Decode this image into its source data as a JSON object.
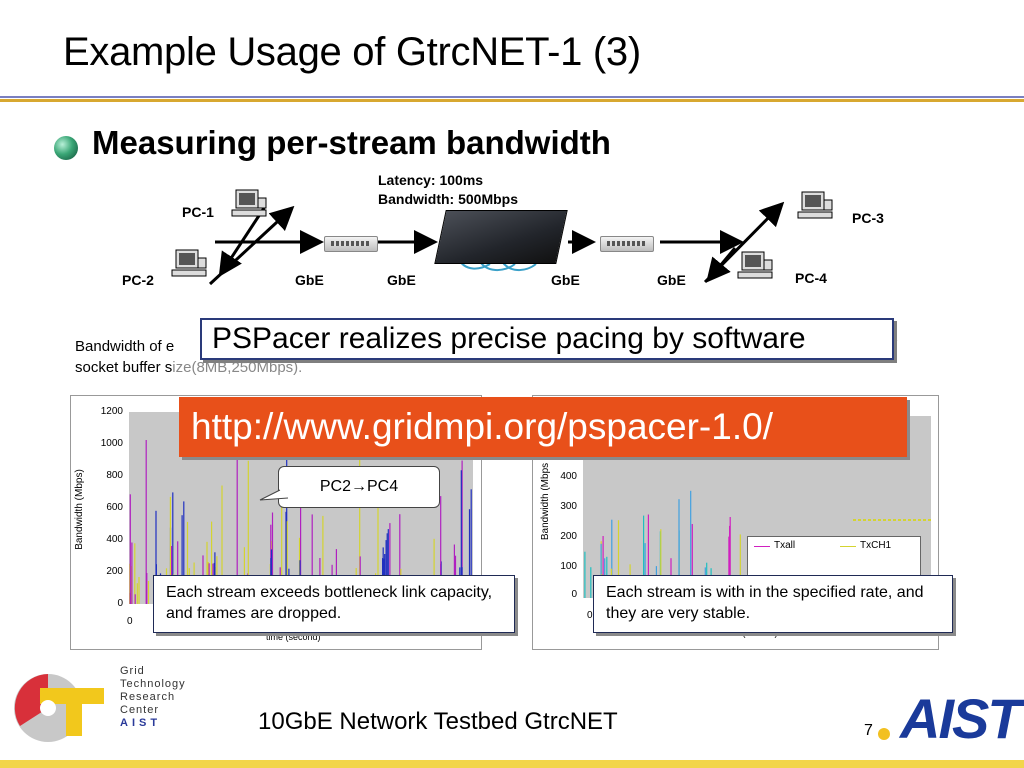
{
  "slide": {
    "title": "Example Usage of GtrcNET-1 (3)",
    "bullet": "Measuring per-stream bandwidth",
    "footer": "10GbE Network Testbed GtrcNET",
    "page_number": "7"
  },
  "topology": {
    "latency_label": "Latency: 100ms",
    "bandwidth_label": "Bandwidth: 500Mbps",
    "pc1": "PC-1",
    "pc2": "PC-2",
    "pc3": "PC-3",
    "pc4": "PC-4",
    "gbe1": "GbE",
    "gbe2": "GbE",
    "gbe3": "GbE",
    "gbe4": "GbE"
  },
  "description": {
    "line1_start": "Bandwidth of e",
    "line1_end": "/",
    "line2_start": "socket buffer s",
    "line2_frag": "ize(8MB,250Mbps)."
  },
  "callouts": {
    "pspacer": "PSPacer realizes precise pacing by software",
    "url": "http://www.gridmpi.org/pspacer-1.0/",
    "pc2pc4": "PC2→PC4",
    "left_note": "Each stream exceeds bottleneck link capacity, and frames are dropped.",
    "right_note": "Each stream is with in the specified rate, and they are very stable."
  },
  "chart_left": {
    "ylabel": "Bandwidth (Mbps)",
    "xlabel": "time (second)",
    "yticks": [
      "1200",
      "1000",
      "800",
      "600",
      "400",
      "200",
      "0"
    ],
    "xtick0": "0",
    "colors": [
      "#d4d430",
      "#b020c0",
      "#2030c0"
    ]
  },
  "chart_right": {
    "ylabel": "Bandwidth (Mbps",
    "xlabel": "time (second)",
    "yticks": [
      "400",
      "300",
      "200",
      "100",
      "0"
    ],
    "xtick0": "0",
    "legend": [
      "Txall",
      "TxCH1"
    ],
    "colors": [
      "#d020c0",
      "#d4d430",
      "#40a0e0",
      "#20c0c0"
    ]
  },
  "logos": {
    "gtrc_lines": [
      "Grid",
      "Technology",
      "Research",
      "Center",
      "AIST"
    ],
    "aist": "AIST"
  }
}
